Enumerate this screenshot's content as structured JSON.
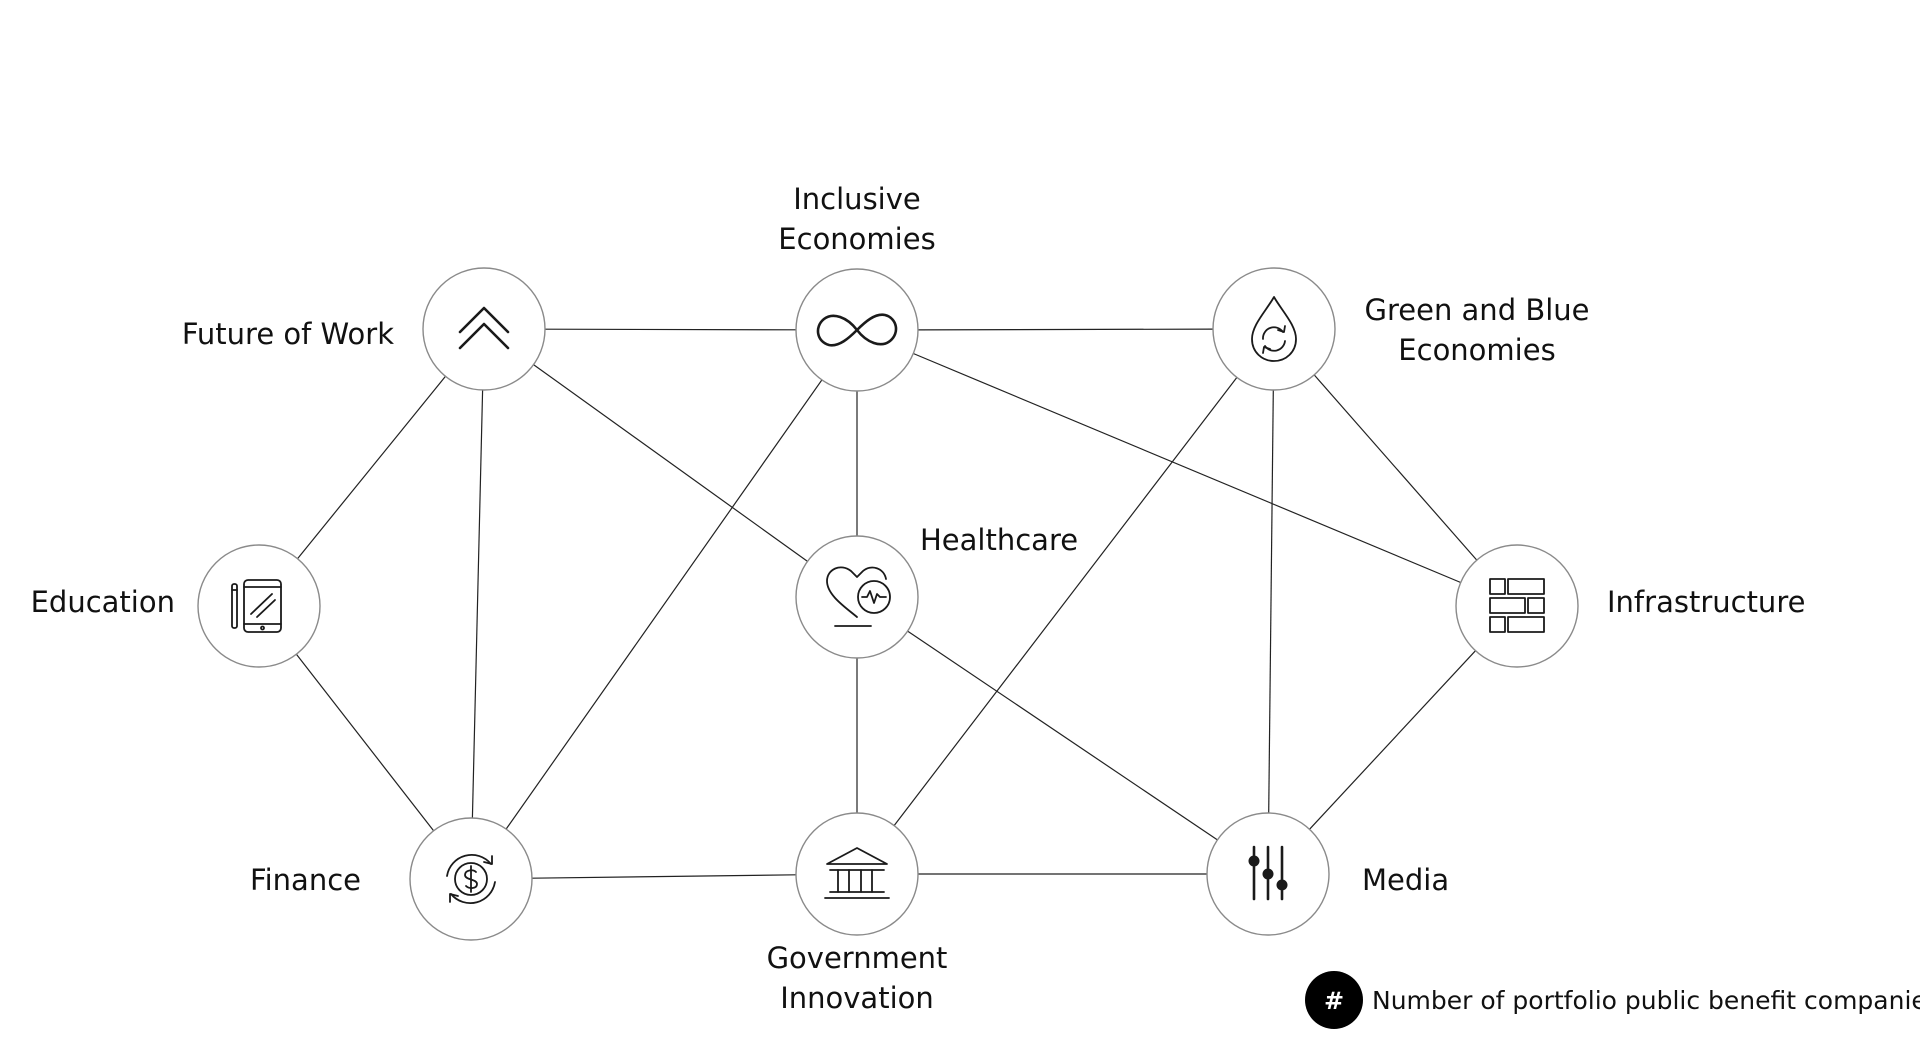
{
  "nodes": {
    "inclusive": {
      "label_line1": "Inclusive",
      "label_line2": "Economies",
      "icon": "infinity-icon"
    },
    "future_of_work": {
      "label": "Future of Work",
      "icon": "double-chevron-up-icon"
    },
    "green_blue": {
      "label_line1": "Green and Blue",
      "label_line2": "Economies",
      "icon": "water-drop-recycle-icon"
    },
    "education": {
      "label": "Education",
      "icon": "tablet-pencil-icon"
    },
    "healthcare": {
      "label": "Healthcare",
      "icon": "heart-pulse-icon"
    },
    "infrastructure": {
      "label": "Infrastructure",
      "icon": "bricks-icon"
    },
    "finance": {
      "label": "Finance",
      "icon": "dollar-cycle-icon"
    },
    "government": {
      "label_line1": "Government",
      "label_line2": "Innovation",
      "icon": "government-building-icon"
    },
    "media": {
      "label": "Media",
      "icon": "sliders-icon"
    }
  },
  "edges": [
    [
      "future_of_work",
      "inclusive"
    ],
    [
      "inclusive",
      "green_blue"
    ],
    [
      "future_of_work",
      "education"
    ],
    [
      "future_of_work",
      "finance"
    ],
    [
      "future_of_work",
      "healthcare"
    ],
    [
      "inclusive",
      "healthcare"
    ],
    [
      "inclusive",
      "finance"
    ],
    [
      "inclusive",
      "infrastructure"
    ],
    [
      "green_blue",
      "infrastructure"
    ],
    [
      "green_blue",
      "government"
    ],
    [
      "green_blue",
      "media"
    ],
    [
      "education",
      "finance"
    ],
    [
      "healthcare",
      "government"
    ],
    [
      "healthcare",
      "media"
    ],
    [
      "infrastructure",
      "media"
    ],
    [
      "finance",
      "government"
    ],
    [
      "government",
      "media"
    ]
  ],
  "legend": {
    "mark": "#",
    "text": "Number of portfolio public benefit companies"
  }
}
